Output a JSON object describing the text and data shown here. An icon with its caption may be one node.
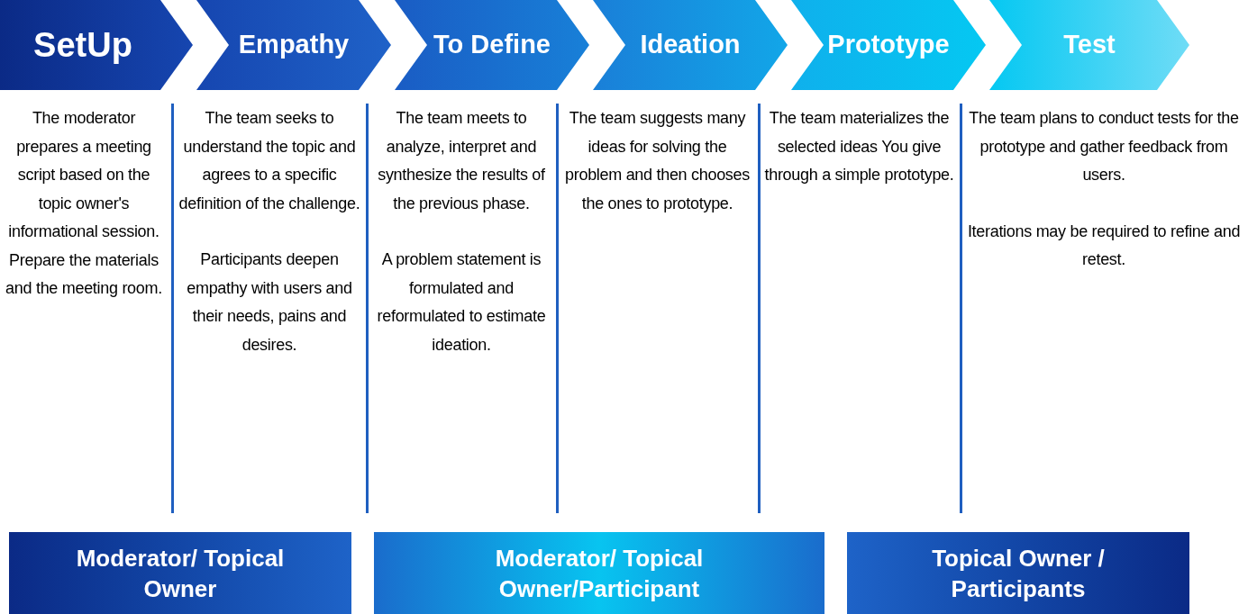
{
  "diagram": {
    "nodes": [
      {
        "text": [
          "SetUp"
        ],
        "beside": [
          "The moderator prepares a meeting script based on the topic owner's informational session.",
          "Prepare the materials and the meeting room."
        ]
      },
      {
        "text": [
          "Empathy"
        ],
        "beside": [
          "The team seeks to understand the topic and agrees to a specific definition of the challenge.",
          "Participants deepen empathy with users and their needs, pains and desires."
        ]
      },
      {
        "text": [
          "To Define"
        ],
        "beside": [
          "The team meets to analyze, interpret and synthesize the results of the previous phase.",
          "A problem statement is formulated and reformulated to estimate ideation."
        ]
      },
      {
        "text": [
          "Ideation"
        ],
        "beside": [
          "The team suggests many ideas for solving the problem and then chooses the ones to prototype."
        ]
      },
      {
        "text": [
          "Prototype"
        ],
        "beside": [
          "The team materializes the selected ideas You give through a simple prototype."
        ]
      },
      {
        "text": [
          "Test"
        ],
        "beside": [
          "The team plans to conduct tests for the prototype and gather feedback from users.",
          "Iterations may be required to refine and retest."
        ]
      },
      {
        "text": [
          "Moderator/ Topical Owner"
        ]
      },
      {
        "text": [
          "Moderator/ Topical Owner/Participant"
        ]
      },
      {
        "text": [
          "Topical Owner / Participants"
        ]
      }
    ]
  }
}
